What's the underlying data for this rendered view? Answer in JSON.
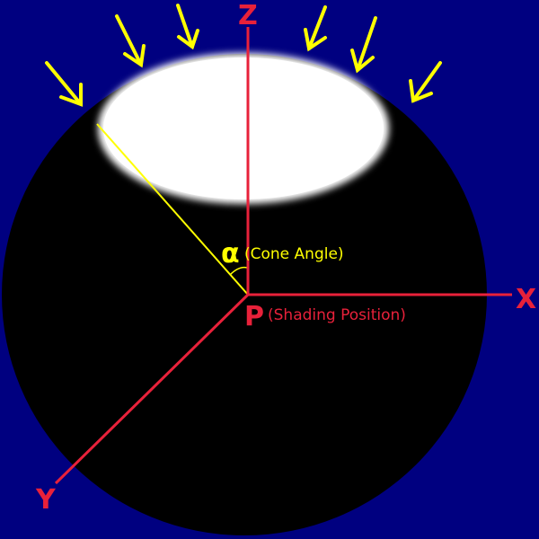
{
  "labels": {
    "z_axis": "Z",
    "x_axis": "X",
    "y_axis": "Y",
    "point": "P",
    "point_caption": "(Shading Position)",
    "angle_symbol": "α",
    "angle_caption": "(Cone Angle)"
  },
  "colors": {
    "background": "#000080",
    "sphere": "#000000",
    "cap": "#ffffff",
    "axes": "#e8213a",
    "arrows": "#ffff00",
    "cone": "#ffff00"
  },
  "icons": [
    "incoming-light-arrow-icon"
  ]
}
